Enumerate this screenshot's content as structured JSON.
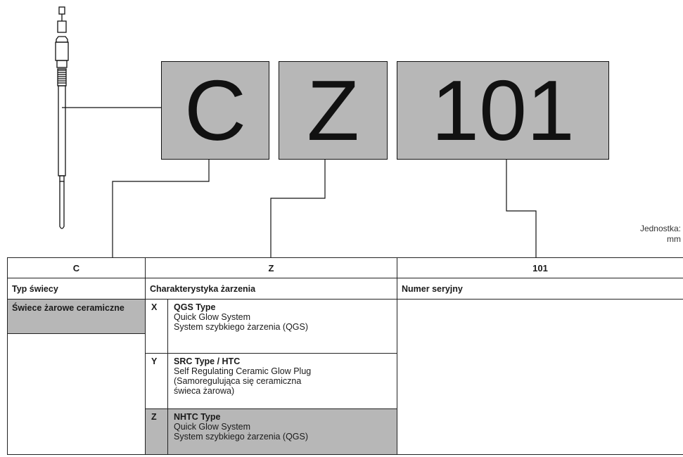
{
  "codes": [
    "C",
    "Z",
    "101"
  ],
  "unit_label": "Jednostka:\nmm",
  "table": {
    "headers": [
      "C",
      "Z",
      "101"
    ],
    "subheaders": [
      "Typ świecy",
      "Charakterystyka żarzenia",
      "Numer seryjny"
    ],
    "plug_type": "Świece żarowe ceramiczne",
    "options": [
      {
        "code": "X",
        "title": "QGS Type",
        "lines": "Quick Glow System\nSystem szybkiego żarzenia (QGS)",
        "highlighted": false
      },
      {
        "code": "Y",
        "title": "SRC Type / HTC",
        "lines": "Self Regulating Ceramic Glow Plug\n(Samoregulująca się ceramiczna\nświeca żarowa)",
        "highlighted": false
      },
      {
        "code": "Z",
        "title": "NHTC Type",
        "lines": "Quick Glow System\nSystem szybkiego żarzenia (QGS)",
        "highlighted": true
      }
    ]
  }
}
